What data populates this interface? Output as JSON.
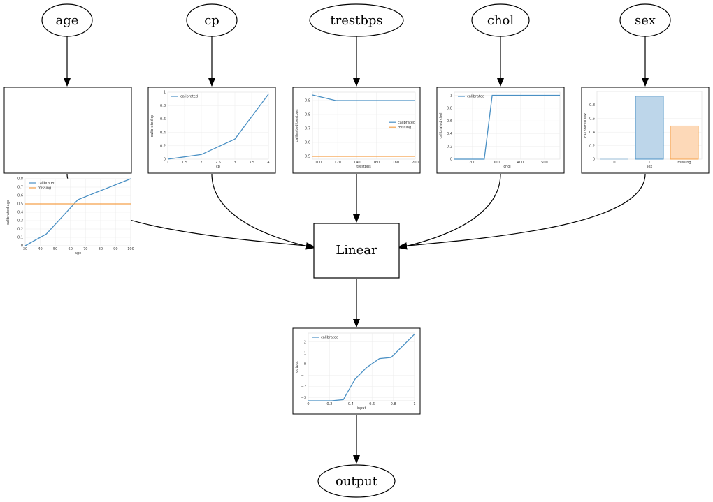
{
  "nodes": {
    "inputs": [
      "age",
      "cp",
      "trestbps",
      "chol",
      "sex"
    ],
    "linear": "Linear",
    "output": "output"
  },
  "colors": {
    "calibrated": "#4a90c4",
    "missing": "#f5a14a",
    "bar_fill_calibrated": "#bdd6ea",
    "bar_fill_missing": "#fdd9b8",
    "grid": "#ececec"
  },
  "chart_data": [
    {
      "type": "line",
      "xlabel": "age",
      "ylabel": "calibrated age",
      "xlim": [
        30,
        100
      ],
      "ylim": [
        0,
        0.8
      ],
      "xticks": [
        30,
        40,
        50,
        60,
        70,
        80,
        90,
        100
      ],
      "yticks": [
        0.0,
        0.1,
        0.2,
        0.3,
        0.4,
        0.5,
        0.6,
        0.7,
        0.8
      ],
      "legend_position": "top-left",
      "series": [
        {
          "name": "calibrated",
          "x": [
            30,
            44,
            65,
            100
          ],
          "y": [
            0.0,
            0.14,
            0.55,
            0.8
          ]
        },
        {
          "name": "missing",
          "x": [
            30,
            100
          ],
          "y": [
            0.5,
            0.5
          ]
        }
      ]
    },
    {
      "type": "line",
      "xlabel": "cp",
      "ylabel": "calibrated cp",
      "xlim": [
        1.0,
        4.0
      ],
      "ylim": [
        0,
        1.0
      ],
      "xticks": [
        1.0,
        1.5,
        2.0,
        2.5,
        3.0,
        3.5,
        4.0
      ],
      "yticks": [
        0.0,
        0.2,
        0.4,
        0.6,
        0.8,
        1.0
      ],
      "legend_position": "top-left",
      "series": [
        {
          "name": "calibrated",
          "x": [
            1.0,
            2.0,
            3.0,
            4.0
          ],
          "y": [
            0.0,
            0.07,
            0.3,
            0.97
          ]
        }
      ]
    },
    {
      "type": "line",
      "xlabel": "trestbps",
      "ylabel": "calibrated trestbps",
      "xlim": [
        94,
        200
      ],
      "ylim": [
        0.48,
        0.96
      ],
      "xticks": [
        100,
        120,
        140,
        160,
        180,
        200
      ],
      "yticks": [
        0.5,
        0.6,
        0.7,
        0.8,
        0.9
      ],
      "legend_position": "center-right",
      "series": [
        {
          "name": "calibrated",
          "x": [
            94,
            118,
            200
          ],
          "y": [
            0.94,
            0.9,
            0.9
          ]
        },
        {
          "name": "missing",
          "x": [
            94,
            200
          ],
          "y": [
            0.5,
            0.5
          ]
        }
      ]
    },
    {
      "type": "line",
      "xlabel": "chol",
      "ylabel": "calibrated chol",
      "xlim": [
        126,
        564
      ],
      "ylim": [
        0,
        1.05
      ],
      "xticks": [
        200,
        300,
        400,
        500
      ],
      "yticks": [
        0.0,
        0.2,
        0.4,
        0.6,
        0.8,
        1.0
      ],
      "legend_position": "top-left",
      "series": [
        {
          "name": "calibrated",
          "x": [
            126,
            250,
            283,
            564
          ],
          "y": [
            0.0,
            0.0,
            1.0,
            1.0
          ]
        }
      ]
    },
    {
      "type": "bar",
      "xlabel": "sex",
      "ylabel": "calibrated sex",
      "categories": [
        "0",
        "1",
        "missing"
      ],
      "values": [
        0.0,
        0.93,
        0.49
      ],
      "ylim": [
        0,
        1.0
      ],
      "yticks": [
        0.0,
        0.2,
        0.4,
        0.6,
        0.8
      ]
    },
    {
      "type": "line",
      "xlabel": "input",
      "ylabel": "output",
      "xlim": [
        0.0,
        1.0
      ],
      "ylim": [
        -3.3,
        2.8
      ],
      "xticks": [
        0.0,
        0.2,
        0.4,
        0.6,
        0.8,
        1.0
      ],
      "yticks": [
        -3,
        -2,
        -1,
        0,
        1,
        2
      ],
      "legend_position": "top-left",
      "series": [
        {
          "name": "calibrated",
          "x": [
            0.0,
            0.22,
            0.33,
            0.44,
            0.55,
            0.67,
            0.78,
            1.0
          ],
          "y": [
            -3.3,
            -3.3,
            -3.2,
            -1.35,
            -0.3,
            0.5,
            0.6,
            2.7
          ]
        }
      ]
    }
  ]
}
